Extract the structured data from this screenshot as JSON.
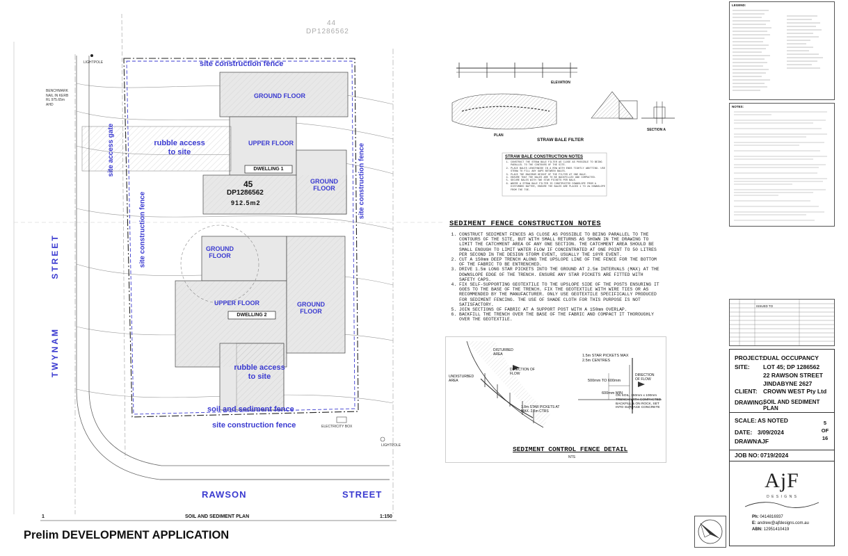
{
  "page": {
    "prelim_text": "Prelim DEVELOPMENT APPLICATION"
  },
  "site_plan": {
    "neighbour_lot": "44",
    "neighbour_dp": "DP1286562",
    "lightpole_top": "LIGHTPOLE",
    "lightpole_bottom": "LIGHTPOLE",
    "benchmark": [
      "BENCHMARK",
      "NAIL IN KERB",
      "RL 975.65m",
      "AHD"
    ],
    "fence_top": "site construction fence",
    "fence_left": "site construction fence",
    "fence_right": "site construction fence",
    "fence_bottom": "site construction fence",
    "sediment_fence": "soil and sediment fence",
    "access_gate": "site access gate",
    "rubble_top": "rubble access to site",
    "rubble_bottom": "rubble access to site",
    "ground_floor_1": "GROUND FLOOR",
    "upper_floor_1": "UPPER FLOOR",
    "ground_floor_1b": "GROUND FLOOR",
    "dwelling_1": "DWELLING 1",
    "lot_number": "45",
    "lot_dp": "DP1286562",
    "lot_area": "912.5m2",
    "ground_floor_2": "GROUND FLOOR",
    "upper_floor_2": "UPPER FLOOR",
    "ground_floor_2b": "GROUND FLOOR",
    "dwelling_2": "DWELLING 2",
    "street_left_1": "STREET",
    "street_left_2": "TWYNAM",
    "street_bottom_1": "RAWSON",
    "street_bottom_2": "STREET",
    "electricity_box": "ELECTRICITY BOX",
    "drawing_no": "1",
    "drawing_title": "SOIL AND SEDIMENT PLAN",
    "drawing_scale": "1:150"
  },
  "straw_bale": {
    "title": "STRAW BALE FILTER",
    "plan_label": "PLAN",
    "elevation_label": "ELEVATION",
    "section_label": "SECTION A",
    "notes_title": "STRAW BALE CONSTRUCTION NOTES",
    "notes": [
      "CONSTRUCT THE STRAW BALE FILTER AS CLOSE AS POSSIBLE TO BEING PARALLEL TO THE CONTOURS OF THE SITE.",
      "PLACE BALES LENGTHWISE IN A ROW WITH ENDS TIGHTLY ABUTTING. USE STRAW TO FILL ANY GAPS BETWEEN BALES.",
      "PLACE THE MAXIMUM HEIGHT OF THE FILTER AT ONE BALE.",
      "ENSURE THAT THE BALES ARE TO BE BACKFILLED AND COMPACTED.",
      "SECURE BALES WITH TWO STAR PICKETS PER BALE.",
      "WHERE A STRAW BALE FILTER IS CONSTRUCTED DOWNSLOPE FROM A DISTURBED BATTER, ENSURE THE BALES ARE PLACED 1 TO 2m DOWNSLOPE FROM THE TOE."
    ]
  },
  "sediment_notes": {
    "title": "SEDIMENT FENCE CONSTRUCTION NOTES",
    "items": [
      "CONSTRUCT SEDIMENT FENCES AS CLOSE AS POSSIBLE TO BEING PARALLEL TO THE CONTOURS OF THE SITE, BUT WITH SMALL RETURNS AS SHOWN IN THE DRAWING TO LIMIT THE CATCHMENT AREA OF ANY ONE SECTION. THE CATCHMENT AREA SHOULD BE SMALL ENOUGH TO LIMIT WATER FLOW IF CONCENTRATED AT ONE POINT TO 50 LITRES PER SECOND IN THE DESIGN STORM EVENT, USUALLY THE 10YR EVENT.",
      "CUT A 150mm DEEP TRENCH ALONG THE UPSLOPE LINE OF THE FENCE FOR THE BOTTOM OF THE FABRIC TO BE ENTRENCHED.",
      "DRIVE 1.5m LONG STAR PICKETS INTO THE GROUND AT 2.5m INTERVALS (MAX) AT THE DOWNSLOPE EDGE OF THE TRENCH. ENSURE ANY STAR PICKETS ARE FITTED WITH SAFETY CAPS.",
      "FIX SELF-SUPPORTING GEOTEXTILE TO THE UPSLOPE SIDE OF THE POSTS ENSURING IT GOES TO THE BASE OF THE TRENCH. FIX THE GEOTEXTILE WITH WIRE TIES OR AS RECOMMENDED BY THE MANUFACTURER. ONLY USE GEOTEXTILE SPECIFICALLY PRODUCED FOR SEDIMENT FENCING. THE USE OF SHADE CLOTH FOR THIS PURPOSE IS NOT SATISFACTORY.",
      "JOIN SECTIONS OF FABRIC AT A SUPPORT POST WITH A 150mm OVERLAP.",
      "BACKFILL THE TRENCH OVER THE BASE OF THE FABRIC AND COMPACT IT THOROUGHLY OVER THE GEOTEXTILE."
    ]
  },
  "fence_detail": {
    "title": "SEDIMENT CONTROL FENCE DETAIL",
    "nts": "NTS",
    "disturbed_area": "DISTURBED AREA",
    "undisturbed_area": "UNDISTURBED AREA",
    "direction_flow_1": "DIRECTION OF FLOW",
    "direction_flow_2": "DIRECTION OF FLOW",
    "star_pickets_1": "1.8m STAR PICKETS AT MAX. 2.5m CTRS",
    "star_pickets_2": "1.5m STAR PICKETS MAX 2.5m CENTRES",
    "dim_1": "500mm TO 600mm",
    "dim_2": "600mm MIN",
    "trench_note": "ON SOIL, 150mm x 100mm TRENCH WITH COMPACTED BACKFILL & ON ROCK, SET INTO SURFACE CONCRETE"
  },
  "legend": {
    "title": "LEGEND:"
  },
  "notes_box": {
    "title": "NOTES:"
  },
  "rev_box": {
    "header": "ISSUED TO"
  },
  "title_block": {
    "project_label": "PROJECT:",
    "project_value": "DUAL OCCUPANCY",
    "site_label": "SITE:",
    "site_value_1": "LOT 45; DP 1286562",
    "site_value_2": "22 RAWSON STREET",
    "site_value_3": "JINDABYNE  2627",
    "client_label": "CLIENT:",
    "client_value": "CROWN WEST Pty Ltd",
    "drawing_label": "DRAWING:",
    "drawing_value": "SOIL AND SEDIMENT PLAN",
    "scale_label": "SCALE:",
    "scale_value": "AS NOTED",
    "date_label": "DATE:",
    "date_value": "3/09/2024",
    "drawn_label": "DRAWN:",
    "drawn_value": "AJF",
    "sheet_no": "5",
    "sheet_of": "OF",
    "sheet_total": "16",
    "job_label": "JOB NO:",
    "job_value": "0719/2024",
    "logo_main": "AjF",
    "logo_sub": "D E S I G N S",
    "phone_label": "Ph:",
    "phone_value": "0414816937",
    "email_label": "E:",
    "email_value": "andrew@ajfdesigns.com.au",
    "abn_label": "ABN:",
    "abn_value": "12951410419"
  }
}
